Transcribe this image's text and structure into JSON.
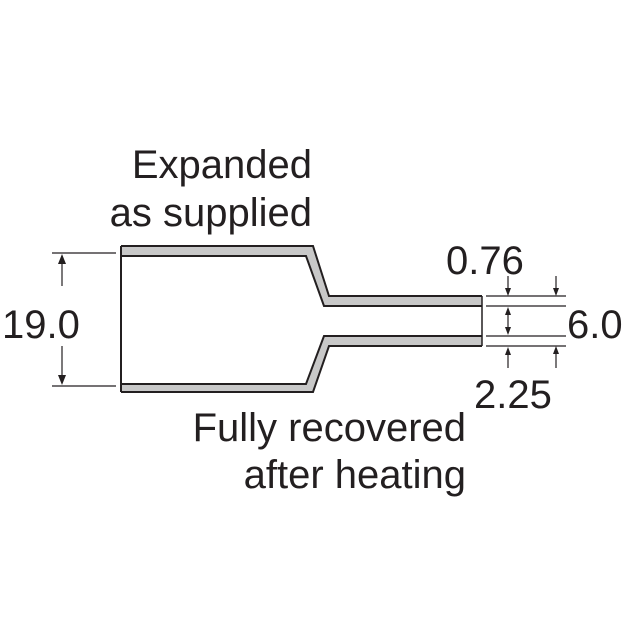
{
  "labels": {
    "expanded_line1": "Expanded",
    "expanded_line2": "as supplied",
    "recovered_line1": "Fully recovered",
    "recovered_line2": "after heating"
  },
  "dimensions": {
    "expanded_diameter": "19.0",
    "recovered_diameter": "6.0",
    "wall_expanded": "0.76",
    "wall_recovered": "2.25"
  },
  "colors": {
    "line": "#231f20",
    "wall_fill": "#c8c8c8",
    "text": "#231f20"
  }
}
